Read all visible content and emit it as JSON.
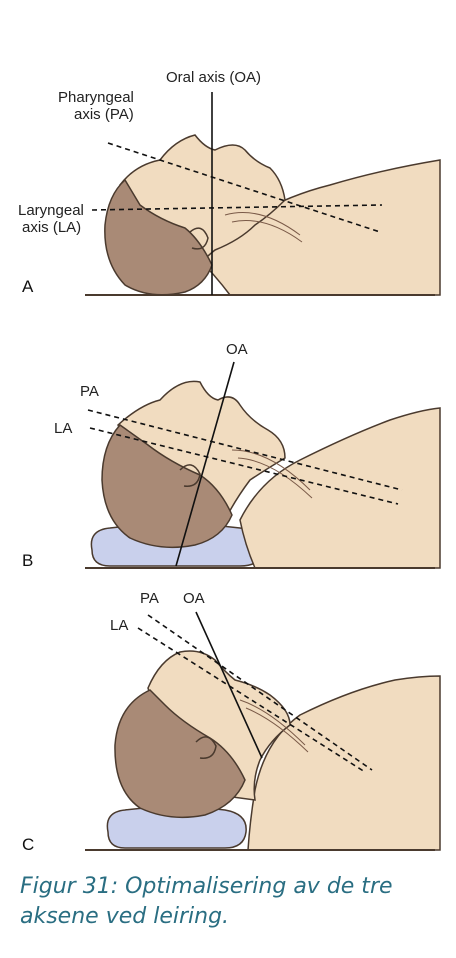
{
  "panels": [
    {
      "letter": "A",
      "labels": {
        "oral": "Oral axis (OA)",
        "pharyngeal_line1": "Pharyngeal",
        "pharyngeal_line2": "axis (PA)",
        "laryngeal_line1": "Laryngeal",
        "laryngeal_line2": "axis (LA)"
      }
    },
    {
      "letter": "B",
      "labels": {
        "oral": "OA",
        "pharyngeal": "PA",
        "laryngeal": "LA"
      }
    },
    {
      "letter": "C",
      "labels": {
        "oral": "OA",
        "pharyngeal": "PA",
        "laryngeal": "LA"
      }
    }
  ],
  "caption": "Figur 31: Optimalisering av de tre aksene ved leiring.",
  "colors": {
    "skin": "#f1dcc0",
    "hair": "#a98a76",
    "pillow": "#c9d0ec",
    "outline": "#4a3a2e",
    "caption": "#2a6e82"
  }
}
